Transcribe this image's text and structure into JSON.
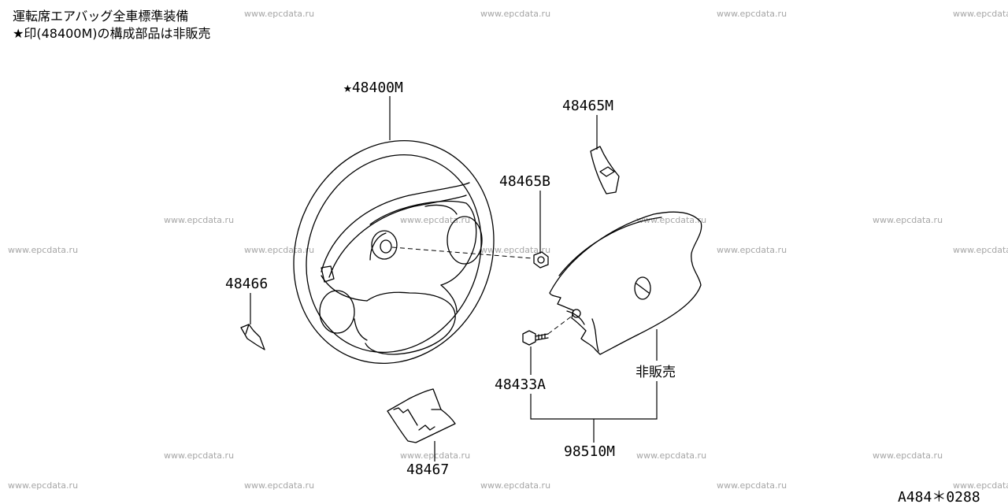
{
  "notes": {
    "line1": "運転席エアバッグ全車標準装備",
    "line2": "★印(48400M)の構成部品は非販売"
  },
  "parts": {
    "p48400M": "★48400M",
    "p48465M": "48465M",
    "p48465B": "48465B",
    "p48466": "48466",
    "p48467": "48467",
    "p48433A": "48433A",
    "not_for_sale": "非販売",
    "p98510M": "98510M"
  },
  "watermark": "www.epcdata.ru",
  "diagram_code": "A484＊0288"
}
